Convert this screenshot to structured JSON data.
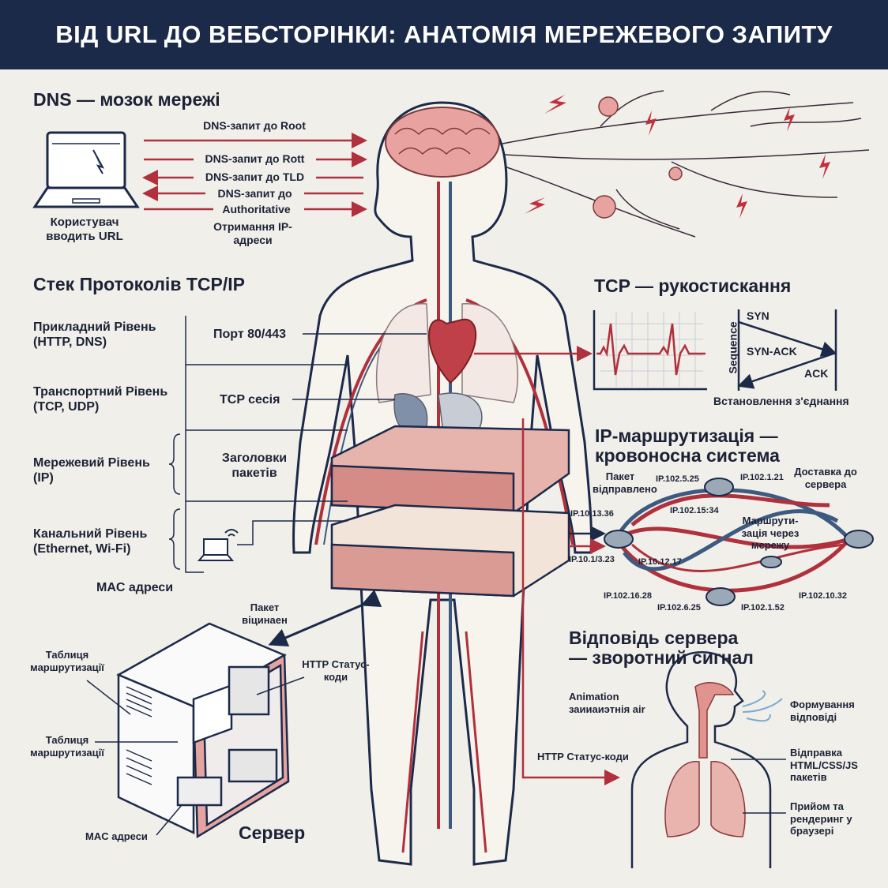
{
  "title": "ВІД URL ДО ВЕБСТОРІНКИ: АНАТОМІЯ МЕРЕЖЕВОГО ЗАПИТУ",
  "dns": {
    "title": "DNS — мозок мережі",
    "user_label": "Користувач вводить URL",
    "arrows": [
      "DNS-запит до Root",
      "DNS-запит до Rott",
      "DNS-запит до TLD",
      "DNS-запит до",
      "Authoritative"
    ],
    "result": "Отримання IP-адреси"
  },
  "stack": {
    "title": "Стек Протоколів TCP/IP",
    "layers": [
      {
        "name": "Прикладний Рівень",
        "detail": "(HTTP, DNS)",
        "tag": "Порт 80/443"
      },
      {
        "name": "Транспортний Рівень",
        "detail": "(TCP, UDP)",
        "tag": "TCP сесія"
      },
      {
        "name": "Мережевий Рівень",
        "detail": "(IP)",
        "tag": "Заголовки пакетів"
      },
      {
        "name": "Канальний Рівень",
        "detail": "(Ethernet, Wi-Fi)",
        "tag": "MAC адреси"
      }
    ]
  },
  "tcp": {
    "title": "TCP — рукостискання",
    "axis": "Sequence",
    "steps": [
      "SYN",
      "SYN-ACK",
      "ACK"
    ],
    "caption": "Встановлення з'єднання"
  },
  "routing": {
    "title_line1": "IP-маршрутизація —",
    "title_line2": "кровоносна система",
    "sent": "Пакет відправлено",
    "delivered": "Доставка до сервера",
    "center": "Маршрути-зація через мережу",
    "ips": [
      "IP.10.13.36",
      "IP.10.1/3.23",
      "IP.102.5.25",
      "IP.102.1.21",
      "IP.102.15:34",
      "IP.10.12.17",
      "IP.102.16.28",
      "IP.102.6.25",
      "IP.102.1.52",
      "IP.102.10.32"
    ]
  },
  "server": {
    "packet": "Пакет віцинаен",
    "table1": "Таблиця маршрутизації",
    "table2": "Таблиця маршрутизації",
    "http": "HTTP Статус-коди",
    "mac": "MAC адреси",
    "title": "Сервер"
  },
  "response": {
    "title": "Відповідь сервера — зворотний сигнал",
    "anim": "Animation заииаиэтнія air",
    "http": "HTTP Статус-коди",
    "labels": [
      "Формування відповіді",
      "Відправка HTML/CSS/JS пакетів",
      "Прийом та рендеринг у браузері"
    ]
  },
  "colors": {
    "navy": "#1c2a4a",
    "red": "#b0303c",
    "pink": "#e8a3a0",
    "bg": "#f1efe9"
  }
}
